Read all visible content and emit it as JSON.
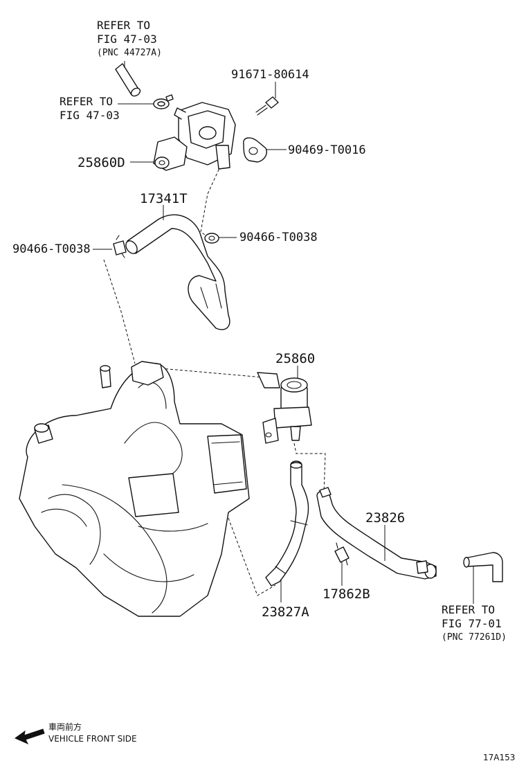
{
  "labels": {
    "ref_top_1": "REFER TO",
    "ref_top_2": "FIG 47-03",
    "ref_top_3": "(PNC 44727A)",
    "ref_mid_1": "REFER TO",
    "ref_mid_2": "FIG 47-03",
    "bolt": "91671-80614",
    "clip_right": "90469-T0016",
    "valve_d": "25860D",
    "hose_t": "17341T",
    "clamp_left": "90466-T0038",
    "clamp_right": "90466-T0038",
    "valve": "25860",
    "hose_23826": "23826",
    "clamp_17862b": "17862B",
    "hose_23827a": "23827A",
    "ref_bot_1": "REFER TO",
    "ref_bot_2": "FIG 77-01",
    "ref_bot_3": "(PNC 77261D)"
  },
  "footer": {
    "jp": "車両前方",
    "en": "VEHICLE FRONT SIDE",
    "code": "17A153"
  },
  "icons": [
    "front-direction-arrow-icon"
  ]
}
